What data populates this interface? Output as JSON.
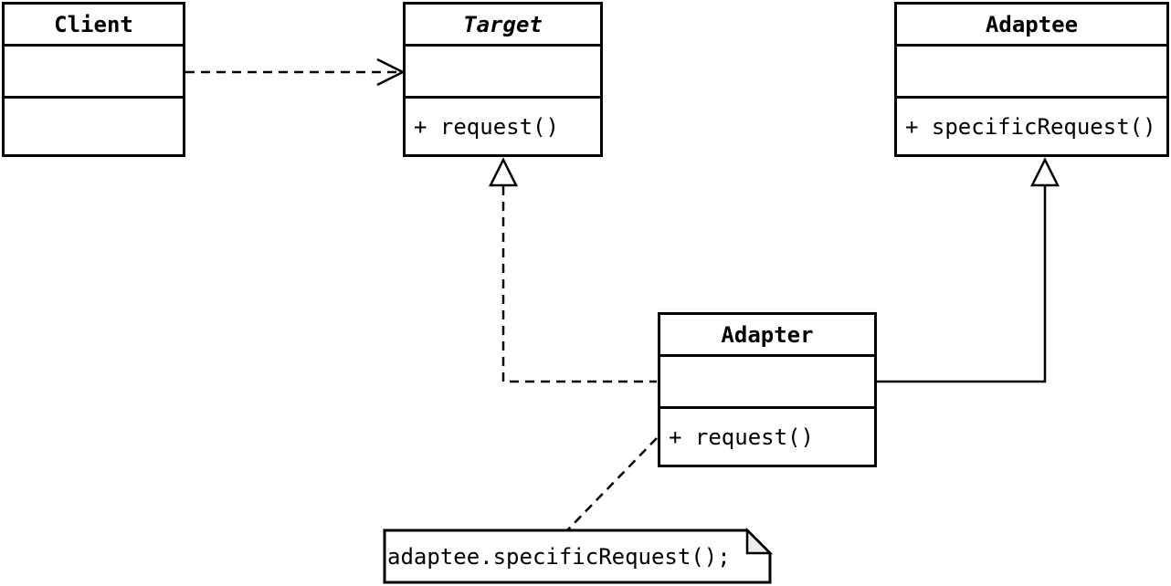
{
  "diagram": {
    "pattern": "Adapter",
    "colors": {
      "stroke": "#000000",
      "box_fill": "#ffffff",
      "note_fold_fill": "#ededed"
    }
  },
  "classes": {
    "client": {
      "name": "Client",
      "abstract": false,
      "attributes": "",
      "methods": []
    },
    "target": {
      "name": "Target",
      "abstract": true,
      "attributes": "",
      "methods": [
        "+ request()"
      ]
    },
    "adaptee": {
      "name": "Adaptee",
      "abstract": false,
      "attributes": "",
      "methods": [
        "+ specificRequest()"
      ]
    },
    "adapter": {
      "name": "Adapter",
      "abstract": false,
      "attributes": "",
      "methods": [
        "+ request()"
      ]
    }
  },
  "note": {
    "text": "adaptee.specificRequest();"
  },
  "relationships": [
    {
      "from": "Client",
      "to": "Target",
      "type": "dependency",
      "line": "dashed",
      "head": "open-arrow"
    },
    {
      "from": "Adapter",
      "to": "Target",
      "type": "realization",
      "line": "dashed",
      "head": "hollow-triangle"
    },
    {
      "from": "Adapter",
      "to": "Adaptee",
      "type": "generalization",
      "line": "solid",
      "head": "hollow-triangle"
    },
    {
      "from": "Adapter.request()",
      "to": "note",
      "type": "note-link",
      "line": "dashed",
      "head": "none"
    }
  ]
}
